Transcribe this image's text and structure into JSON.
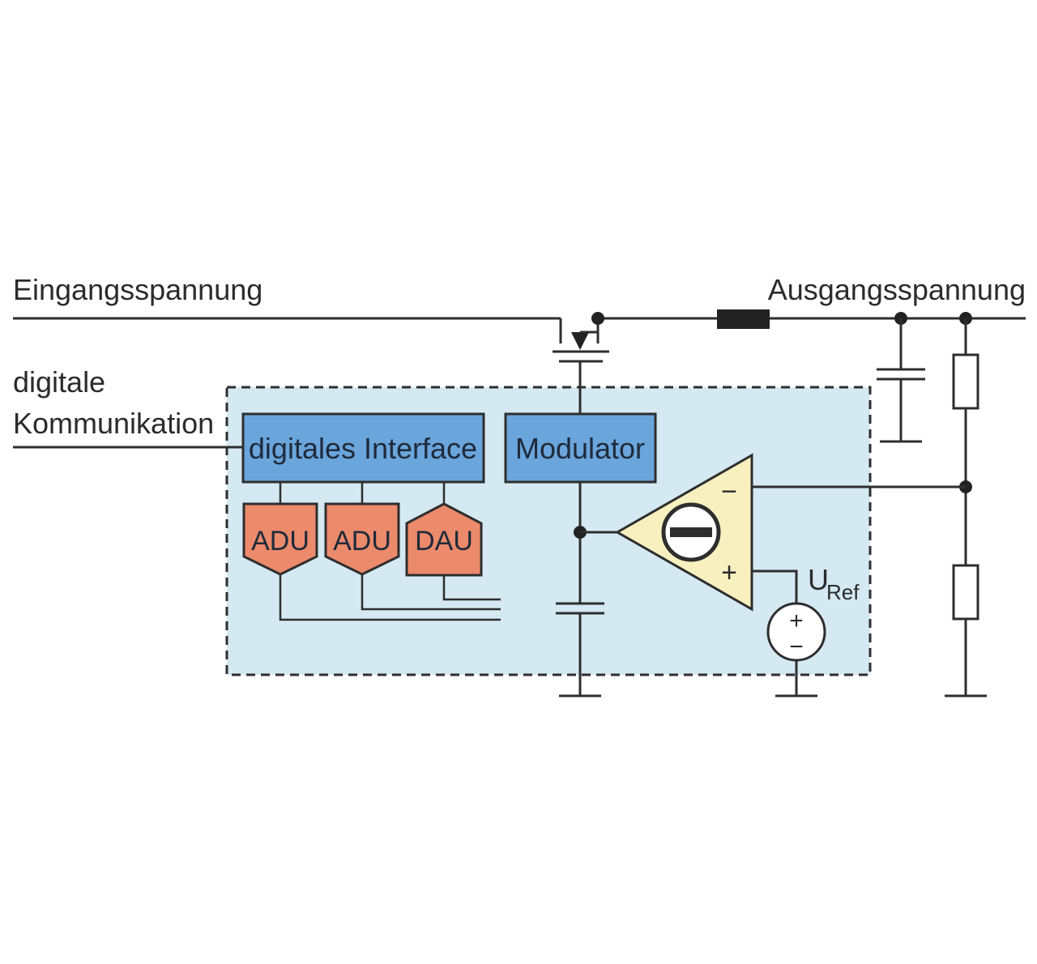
{
  "labels": {
    "input_voltage": "Eingangsspannung",
    "output_voltage": "Ausgangsspannung",
    "digital_comm_line1": "digitale",
    "digital_comm_line2": "Kommunikation",
    "uref_main": "U",
    "uref_sub": "Ref"
  },
  "blocks": {
    "digital_interface": "digitales Interface",
    "modulator": "Modulator",
    "converters": [
      {
        "label": "ADU"
      },
      {
        "label": "ADU"
      },
      {
        "label": "DAU"
      }
    ]
  },
  "symbols": {
    "opamp_minus": "−",
    "opamp_plus": "+",
    "source_plus": "+",
    "source_minus": "−"
  },
  "colors": {
    "region_fill": "#d4e9f1",
    "block_fill": "#6aa5dc",
    "converter_fill": "#ec8a6c",
    "opamp_fill": "#f9f0c0",
    "line": "#2e2e2e"
  }
}
